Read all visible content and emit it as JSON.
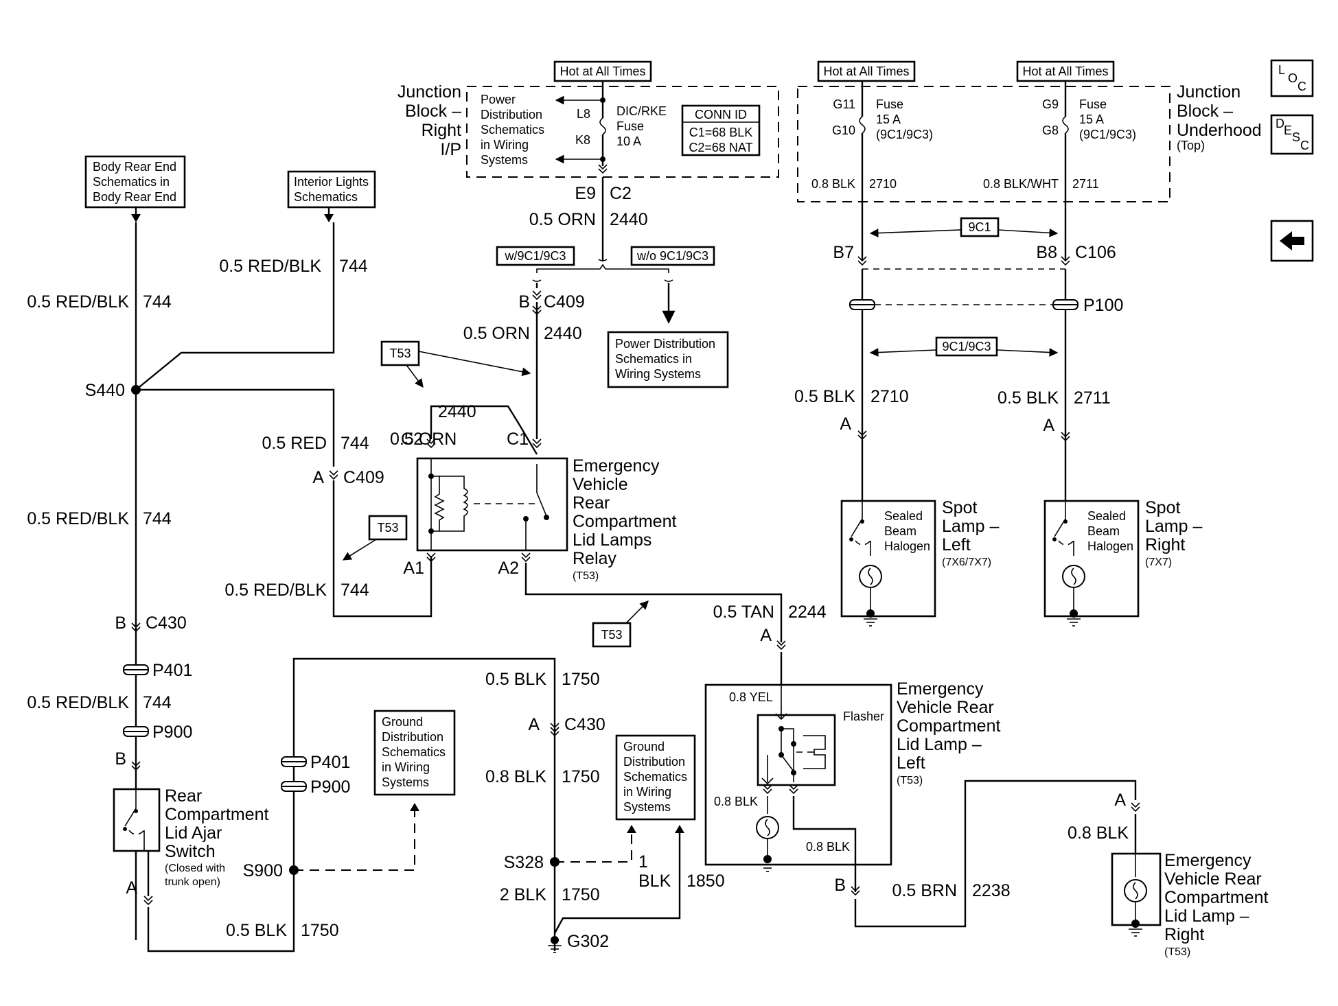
{
  "refs": {
    "body_rear": [
      "Body Rear End",
      "Schematics in",
      "Body Rear End"
    ],
    "interior": [
      "Interior Lights",
      "Schematics"
    ],
    "pwr_dist_top": [
      "Power",
      "Distribution",
      "Schematics",
      "in Wiring",
      "Systems"
    ],
    "pwr_dist_mid": [
      "Power Distribution",
      "Schematics in",
      "Wiring Systems"
    ],
    "gnd1": [
      "Ground",
      "Distribution",
      "Schematics",
      "in Wiring",
      "Systems"
    ],
    "gnd2": [
      "Ground",
      "Distribution",
      "Schematics",
      "in Wiring",
      "Systems"
    ]
  },
  "hot": "Hot at All Times",
  "jb_right": [
    "Junction",
    "Block –",
    "Right",
    "I/P"
  ],
  "jb_under": [
    "Junction",
    "Block –",
    "Underhood"
  ],
  "jb_under_top": "(Top)",
  "fuse_dic": [
    "DIC/RKE",
    "Fuse",
    "10 A"
  ],
  "fuse_g11": [
    "Fuse",
    "15 A",
    "(9C1/9C3)"
  ],
  "fuse_g9": [
    "Fuse",
    "15 A",
    "(9C1/9C3)"
  ],
  "conn_id": [
    "CONN ID",
    "C1=68 BLK",
    "C2=68 NAT"
  ],
  "pins": {
    "L8": "L8",
    "K8": "K8",
    "G11": "G11",
    "G10": "G10",
    "G9": "G9",
    "G8": "G8",
    "E9": "E9",
    "C2": "C2",
    "B7": "B7",
    "B8": "B8",
    "C106": "C106",
    "B_c409": "B",
    "C409": "C409",
    "A_c409": "A",
    "C409b": "C409",
    "relay_c2": "C2",
    "relay_c1": "C1",
    "A1": "A1",
    "A2": "A2",
    "B_c430": "B",
    "C430": "C430",
    "B_sw": "B",
    "A_sw": "A",
    "A_c430b": "A",
    "C430b": "C430",
    "A_tan": "A",
    "B_brn": "B",
    "A_left": "A",
    "A_right": "A",
    "A_rl": "A",
    "one": "1"
  },
  "wires": {
    "w2710_top": [
      "0.8 BLK",
      "2710"
    ],
    "w2711_top": [
      "0.8 BLK/WHT",
      "2711"
    ],
    "orn_top": [
      "0.5 ORN",
      "2440"
    ],
    "orn_mid": [
      "0.5 ORN",
      "2440"
    ],
    "orn_relay": [
      "0.5 ORN",
      "2440"
    ],
    "rb1": [
      "0.5 RED/BLK",
      "744"
    ],
    "rb_int": [
      "0.5 RED/BLK",
      "744"
    ],
    "red": [
      "0.5 RED",
      "744"
    ],
    "rb2": [
      "0.5 RED/BLK",
      "744"
    ],
    "rb3": [
      "0.5 RED/BLK",
      "744"
    ],
    "rb4": [
      "0.5 RED/BLK",
      "744"
    ],
    "blk2710": [
      "0.5 BLK",
      "2710"
    ],
    "blk2711": [
      "0.5 BLK",
      "2711"
    ],
    "tan": [
      "0.5 TAN",
      "2244"
    ],
    "blk1750a": [
      "0.5 BLK",
      "1750"
    ],
    "blk1750b": [
      "0.8 BLK",
      "1750"
    ],
    "blk1750c": [
      "2 BLK",
      "1750"
    ],
    "blk1750d": [
      "0.5 BLK",
      "1750"
    ],
    "blk1850": [
      "BLK",
      "1850"
    ],
    "brn": [
      "0.5 BRN",
      "2238"
    ],
    "yel": "0.8 YEL",
    "blkf1": "0.8 BLK",
    "blkf2": "0.8 BLK",
    "blk_rr": "0.8 BLK"
  },
  "opts": {
    "with": "w/9C1/9C3",
    "without": "w/o 9C1/9C3",
    "c9c1": "9C1",
    "c9c1c3": "9C1/9C3"
  },
  "splices": {
    "S440": "S440",
    "S900": "S900",
    "S328": "S328",
    "G302": "G302"
  },
  "inline": {
    "P100": "P100",
    "P401a": "P401",
    "P900a": "P900",
    "P401b": "P401",
    "P900b": "P900"
  },
  "t53": "T53",
  "relay": [
    "Emergency",
    "Vehicle",
    "Rear",
    "Compartment",
    "Lid Lamps",
    "Relay"
  ],
  "relay_id": "(T53)",
  "spot_l": [
    "Spot",
    "Lamp –",
    "Left"
  ],
  "spot_l_id": "(7X6/7X7)",
  "spot_r": [
    "Spot",
    "Lamp –",
    "Right"
  ],
  "spot_r_id": "(7X7)",
  "sealed": [
    "Sealed",
    "Beam",
    "Halogen"
  ],
  "switch": [
    "Rear",
    "Compartment",
    "Lid Ajar",
    "Switch"
  ],
  "switch_note": [
    "(Closed with",
    "trunk open)"
  ],
  "lamp_left": [
    "Emergency",
    "Vehicle Rear",
    "Compartment",
    "Lid Lamp –",
    "Left"
  ],
  "lamp_left_id": "(T53)",
  "flasher": "Flasher",
  "lamp_right": [
    "Emergency",
    "Vehicle Rear",
    "Compartment",
    "Lid Lamp –",
    "Right"
  ],
  "lamp_right_id": "(T53)",
  "nav": {
    "loc": [
      "L",
      "O",
      "C"
    ],
    "desc": [
      "D",
      "E",
      "S",
      "C"
    ],
    "back_icon": "left-arrow-icon"
  }
}
